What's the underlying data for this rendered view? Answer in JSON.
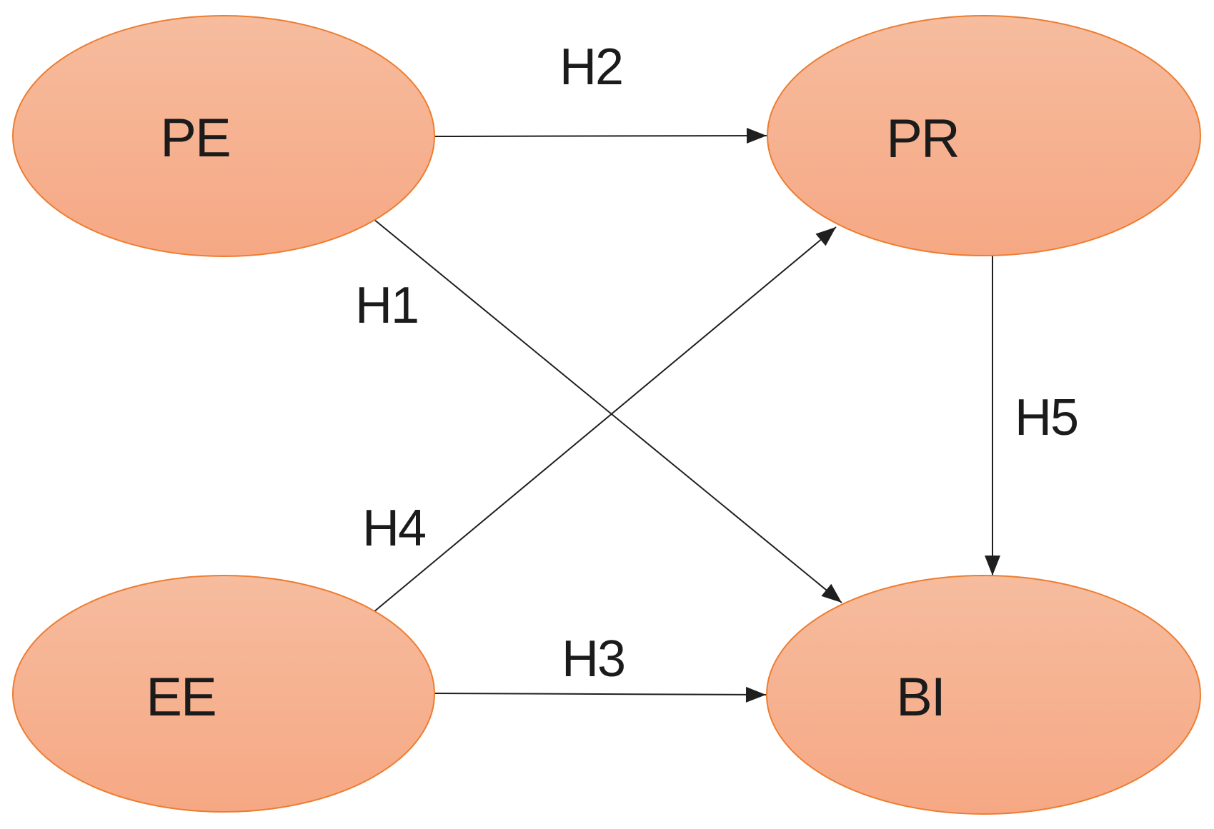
{
  "diagram": {
    "background_color": "#ffffff",
    "node_style": {
      "fill_top": "#f6bc9e",
      "fill_bottom": "#f6a884",
      "border_color": "#ed7d31"
    },
    "edge_style": {
      "line_color": "#1f1f1f"
    },
    "nodes": [
      {
        "id": "pe",
        "label": "PE"
      },
      {
        "id": "pr",
        "label": "PR"
      },
      {
        "id": "ee",
        "label": "EE"
      },
      {
        "id": "bi",
        "label": "BI"
      }
    ],
    "edges": [
      {
        "id": "h1",
        "label": "H1",
        "from": "PE",
        "to": "BI"
      },
      {
        "id": "h2",
        "label": "H2",
        "from": "PE",
        "to": "PR"
      },
      {
        "id": "h3",
        "label": "H3",
        "from": "EE",
        "to": "BI"
      },
      {
        "id": "h4",
        "label": "H4",
        "from": "EE",
        "to": "PR"
      },
      {
        "id": "h5",
        "label": "H5",
        "from": "PR",
        "to": "BI"
      }
    ]
  }
}
